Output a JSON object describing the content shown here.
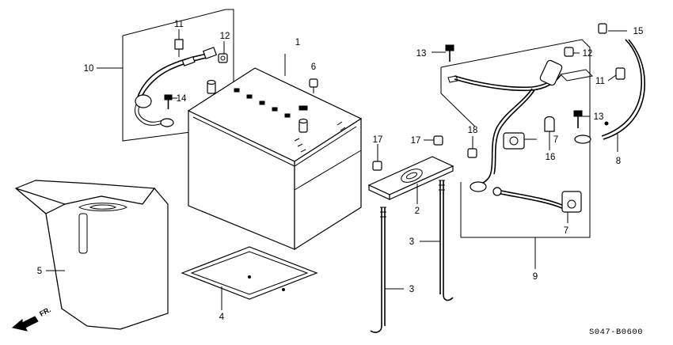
{
  "diagram": {
    "callouts": {
      "c1": "1",
      "c2": "2",
      "c3a": "3",
      "c3b": "3",
      "c4": "4",
      "c5": "5",
      "c6": "6",
      "c7a": "7",
      "c7b": "7",
      "c8": "8",
      "c9": "9",
      "c10": "10",
      "c11a": "11",
      "c11b": "11",
      "c12a": "12",
      "c12b": "12",
      "c13a": "13",
      "c13b": "13",
      "c14": "14",
      "c15": "15",
      "c16": "16",
      "c17a": "17",
      "c17b": "17",
      "c18": "18"
    },
    "direction_label": "FR.",
    "diagram_code": "S047-B0600"
  }
}
